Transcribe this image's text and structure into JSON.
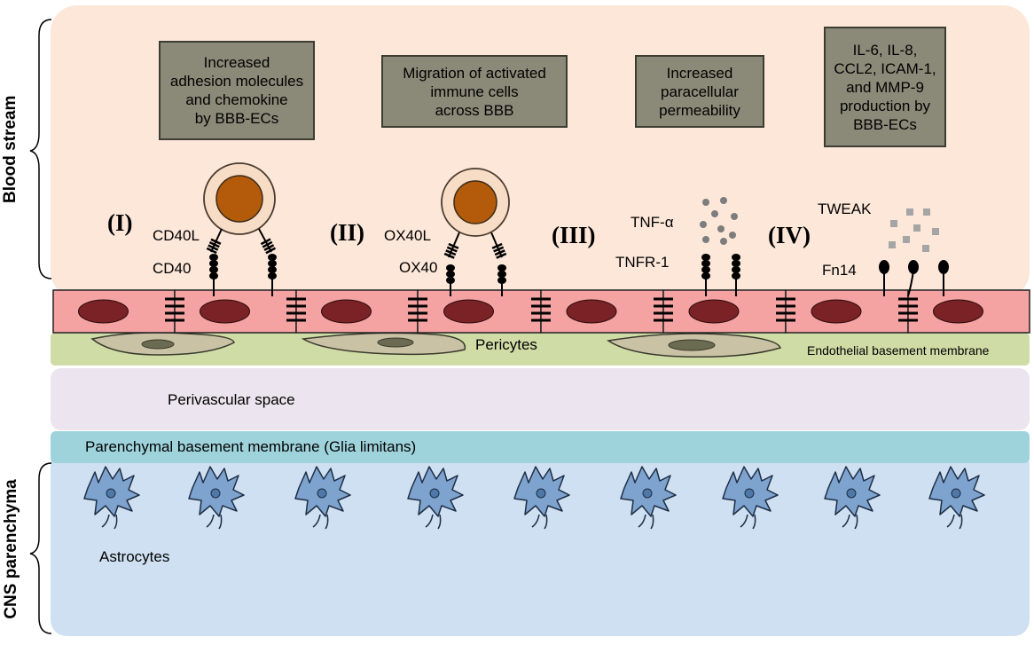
{
  "regions": {
    "blood_stream": "Blood stream",
    "cns_parenchyma": "CNS parenchyma",
    "pericytes": "Pericytes",
    "endothelial_basement_membrane": "Endothelial basement membrane",
    "perivascular_space": "Perivascular space",
    "parenchymal_basement_membrane": "Parenchymal basement membrane (Glia limitans)",
    "astrocytes": "Astrocytes"
  },
  "panels": [
    {
      "numeral": "(I)",
      "ligand": "CD40L",
      "receptor": "CD40",
      "effect": "Increased\nadhesion molecules\nand chemokine\nby BBB-ECs"
    },
    {
      "numeral": "(II)",
      "ligand": "OX40L",
      "receptor": "OX40",
      "effect": "Migration of activated\nimmune cells\nacross BBB"
    },
    {
      "numeral": "(III)",
      "ligand": "TNF-α",
      "receptor": "TNFR-1",
      "effect": "Increased\nparacellular\npermeability"
    },
    {
      "numeral": "(IV)",
      "ligand": "TWEAK",
      "receptor": "Fn14",
      "effect": "IL-6, IL-8,\nCCL2, ICAM-1,\nand MMP-9\nproduction by\nBBB-ECs"
    }
  ],
  "colors": {
    "blood": "#fde7d9",
    "endothelial_cell": "#f4a2a2",
    "nucleus": "#7a2226",
    "basement_membrane": "#cfdca6",
    "perivascular": "#ece4ee",
    "glia_limitans": "#9fd3dc",
    "parenchyma": "#cfe0f2",
    "astrocyte": "#7ea3cf",
    "effect_box": "#8b8a79",
    "immune_cell_core": "#b35b0a"
  }
}
